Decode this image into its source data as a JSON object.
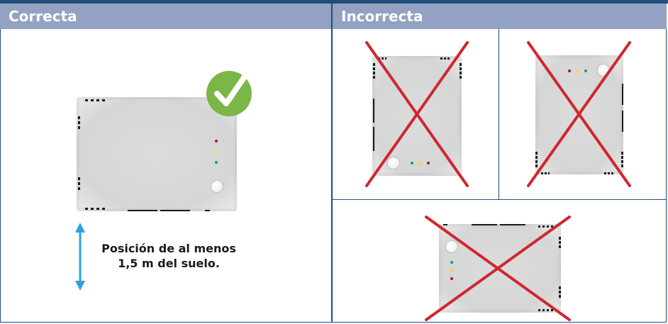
{
  "headers": {
    "correct": "Correcta",
    "incorrect": "Incorrecta"
  },
  "caption": {
    "line1": "Posición de al menos",
    "line2": "1,5 m del suelo."
  },
  "icons": {
    "check": "check-circle-icon",
    "cross": "x-cross-icon",
    "height_arrow": "double-arrow-icon"
  },
  "colors": {
    "border": "#1f4e79",
    "header_bg": "#93a2c3",
    "check_green": "#7ab648",
    "cross_red": "#d0262e",
    "arrow_blue": "#2ba3e0",
    "led_red": "#a01c1c",
    "led_yellow": "#f2e01c",
    "led_green": "#1aa04a"
  }
}
